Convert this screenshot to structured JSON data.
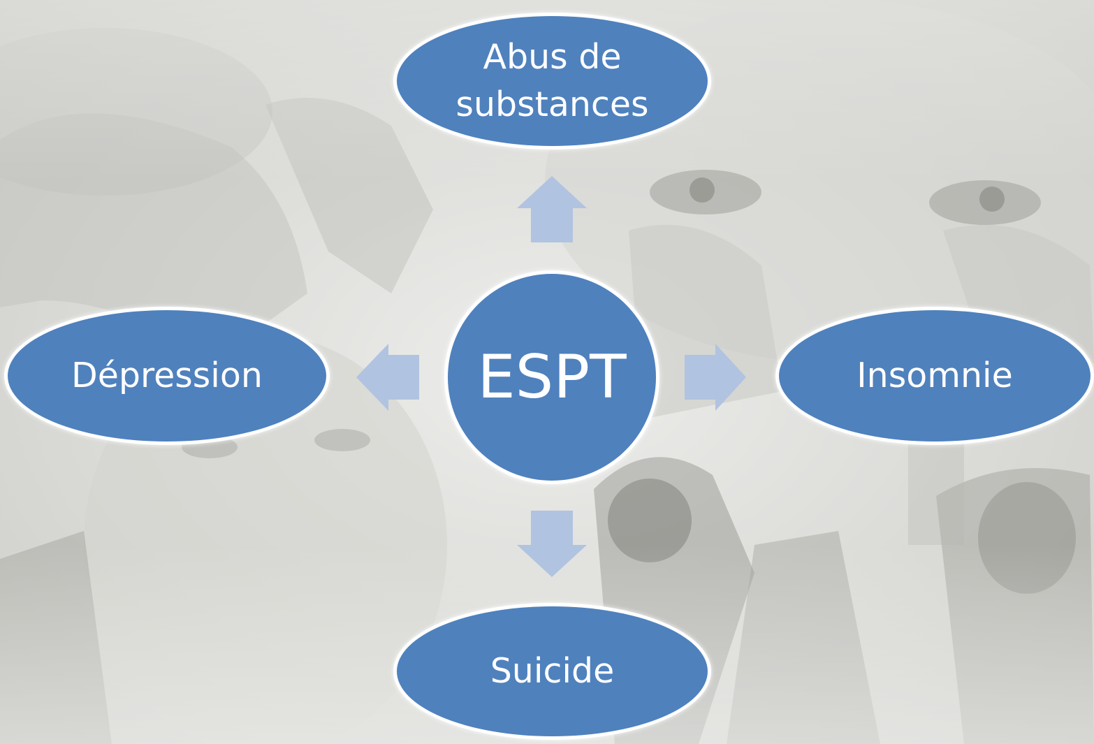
{
  "diagram": {
    "center": {
      "label": "ESPT"
    },
    "top": {
      "label": "Abus de\nsubstances"
    },
    "left": {
      "label": "Dépression"
    },
    "right": {
      "label": "Insomnie"
    },
    "bottom": {
      "label": "Suicide"
    }
  },
  "colors": {
    "node_fill": "#4f81bd",
    "node_border": "#ffffff",
    "arrow_fill": "#b0c3e0",
    "background": "#e9e9e6"
  }
}
